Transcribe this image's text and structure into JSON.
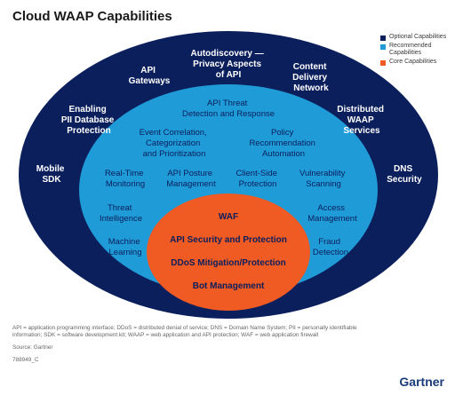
{
  "title": "Cloud WAAP Capabilities",
  "legend": [
    {
      "label": "Optional Capabilities",
      "color": "#0b1f5c"
    },
    {
      "label": "Recommended Capabilities",
      "color": "#1f9bd7"
    },
    {
      "label": "Core Capabilities",
      "color": "#f05a23"
    }
  ],
  "optional": {
    "autodiscovery": "Autodiscovery — Privacy Aspects of API",
    "api_gateways": "API Gateways",
    "content_delivery": "Content Delivery Network",
    "pii": "Enabling PII Database Protection",
    "distributed_waap": "Distributed WAAP Services",
    "mobile_sdk": "Mobile SDK",
    "dns_security": "DNS Security"
  },
  "recommended": {
    "api_threat": "API Threat Detection and Response",
    "event_correlation": "Event Correlation, Categorization and Prioritization",
    "policy_automation": "Policy Recommendation Automation",
    "realtime_monitoring": "Real-Time Monitoring",
    "api_posture": "API Posture Management",
    "client_side": "Client-Side Protection",
    "vuln_scanning": "Vulnerability Scanning",
    "threat_intel": "Threat Intelligence",
    "access_mgmt": "Access Management",
    "ml": "Machine Learning",
    "fraud": "Fraud Detection"
  },
  "core": {
    "waf": "WAF",
    "api_security": "API Security and Protection",
    "ddos": "DDoS Mitigation/Protection",
    "bot": "Bot Management"
  },
  "footnote": {
    "line1": "API = application programming interface; DDoS = distributed denial of service; DNS = Domain Name System; PII = personally identifiable",
    "line2": "information; SDK = software development kit; WAAP = web application and API protection; WAF = web application firewall",
    "source": "Source: Gartner",
    "id": "788949_C"
  },
  "brand": "Gartner"
}
